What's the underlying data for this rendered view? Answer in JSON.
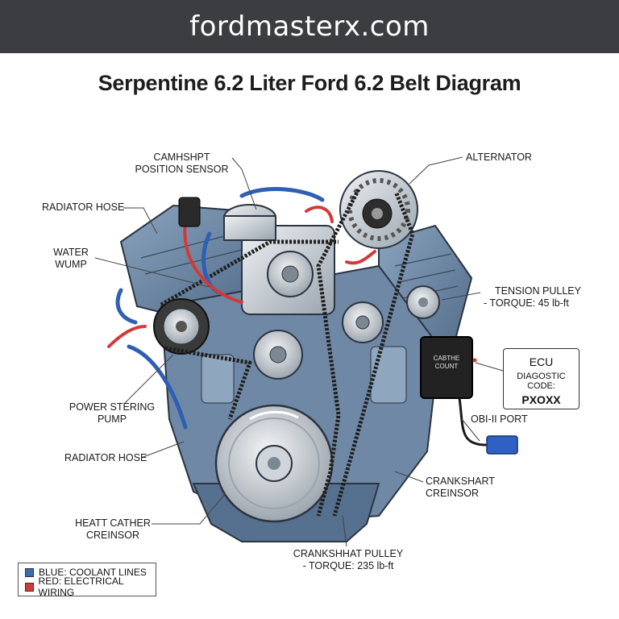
{
  "site": {
    "banner": "fordmasterx.com"
  },
  "title": "Serpentine 6.2 Liter Ford 6.2 Belt Diagram",
  "labels": {
    "camshaft_line1": "CAMHSHPT",
    "camshaft_line2": "POSITION SENSOR",
    "alternator": "ALTERNATOR",
    "radiator_hose_top": "RADIATOR HOSE",
    "water_pump_line1": "WATER",
    "water_pump_line2": "WUMP",
    "tension_line1": "TENSION PULLEY",
    "tension_line2": "- TORQUE: 45 lb-ft",
    "power_steering_line1": "POWER STERING",
    "power_steering_line2": "PUMP",
    "obd_port": "OBI-II PORT",
    "radiator_hose_bottom": "RADIATOR HOSE",
    "crank_sensor_line1": "CRANKSHART",
    "crank_sensor_line2": "CREINSOR",
    "heat_line1": "HEATT CATHER",
    "heat_line2": "CREINSOR",
    "crank_pulley_line1": "CRANKSHHAT PULLEY",
    "crank_pulley_line2": "- TORQUE: 235 lb-ft",
    "ecu_module_line1": "CABTHE",
    "ecu_module_line2": "COUNT"
  },
  "ecu_callout": {
    "title": "ECU",
    "code_label": "DIAGOSTIC CODE:",
    "code_value": "PXOXX"
  },
  "legend": [
    {
      "text": "BLUE: COOLANT LINES",
      "color": "#3a6ea8"
    },
    {
      "text": "RED: ELECTRICAL WIRING",
      "color": "#d23a3a"
    }
  ],
  "colors": {
    "banner": "#3b3d40",
    "engine_block": "#6a86a6",
    "coolant": "#2f5fb3",
    "wiring": "#d23a3a",
    "belt": "#1e1e1e"
  }
}
